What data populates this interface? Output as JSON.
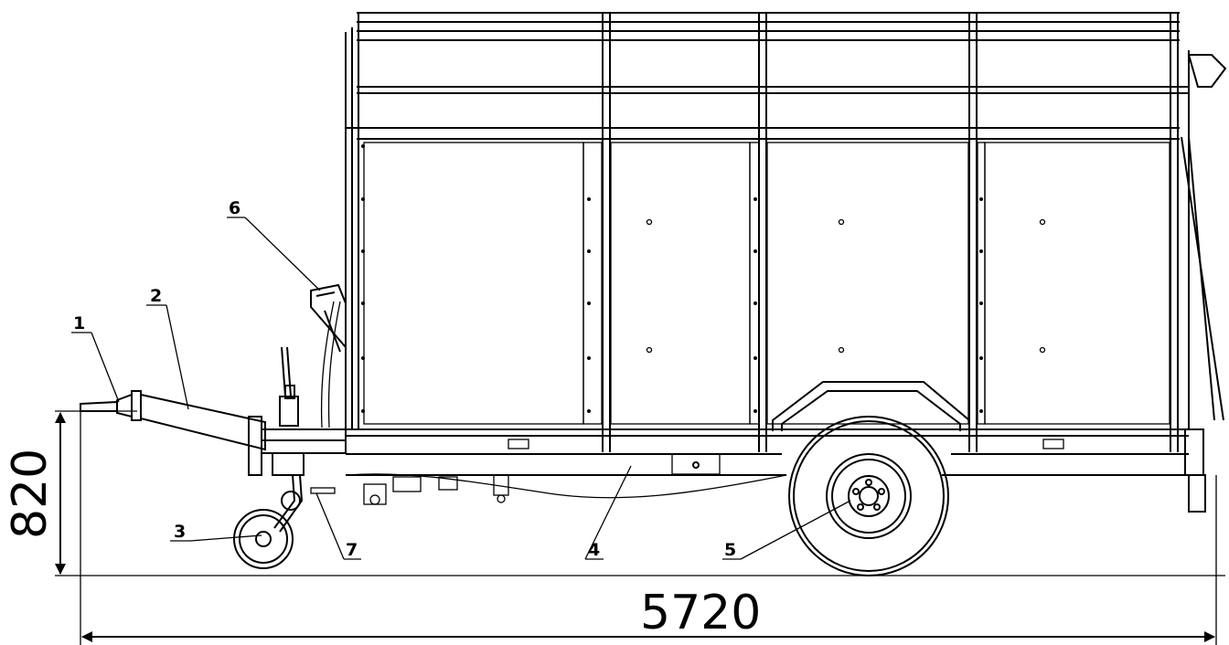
{
  "diagram": {
    "callouts": [
      {
        "id": "1",
        "label": "1"
      },
      {
        "id": "2",
        "label": "2"
      },
      {
        "id": "3",
        "label": "3"
      },
      {
        "id": "4",
        "label": "4"
      },
      {
        "id": "5",
        "label": "5"
      },
      {
        "id": "6",
        "label": "6"
      },
      {
        "id": "7",
        "label": "7"
      }
    ],
    "dimensions": {
      "length": "5720",
      "height": "820"
    },
    "colors": {
      "line": "#000000",
      "background": "#ffffff"
    }
  }
}
